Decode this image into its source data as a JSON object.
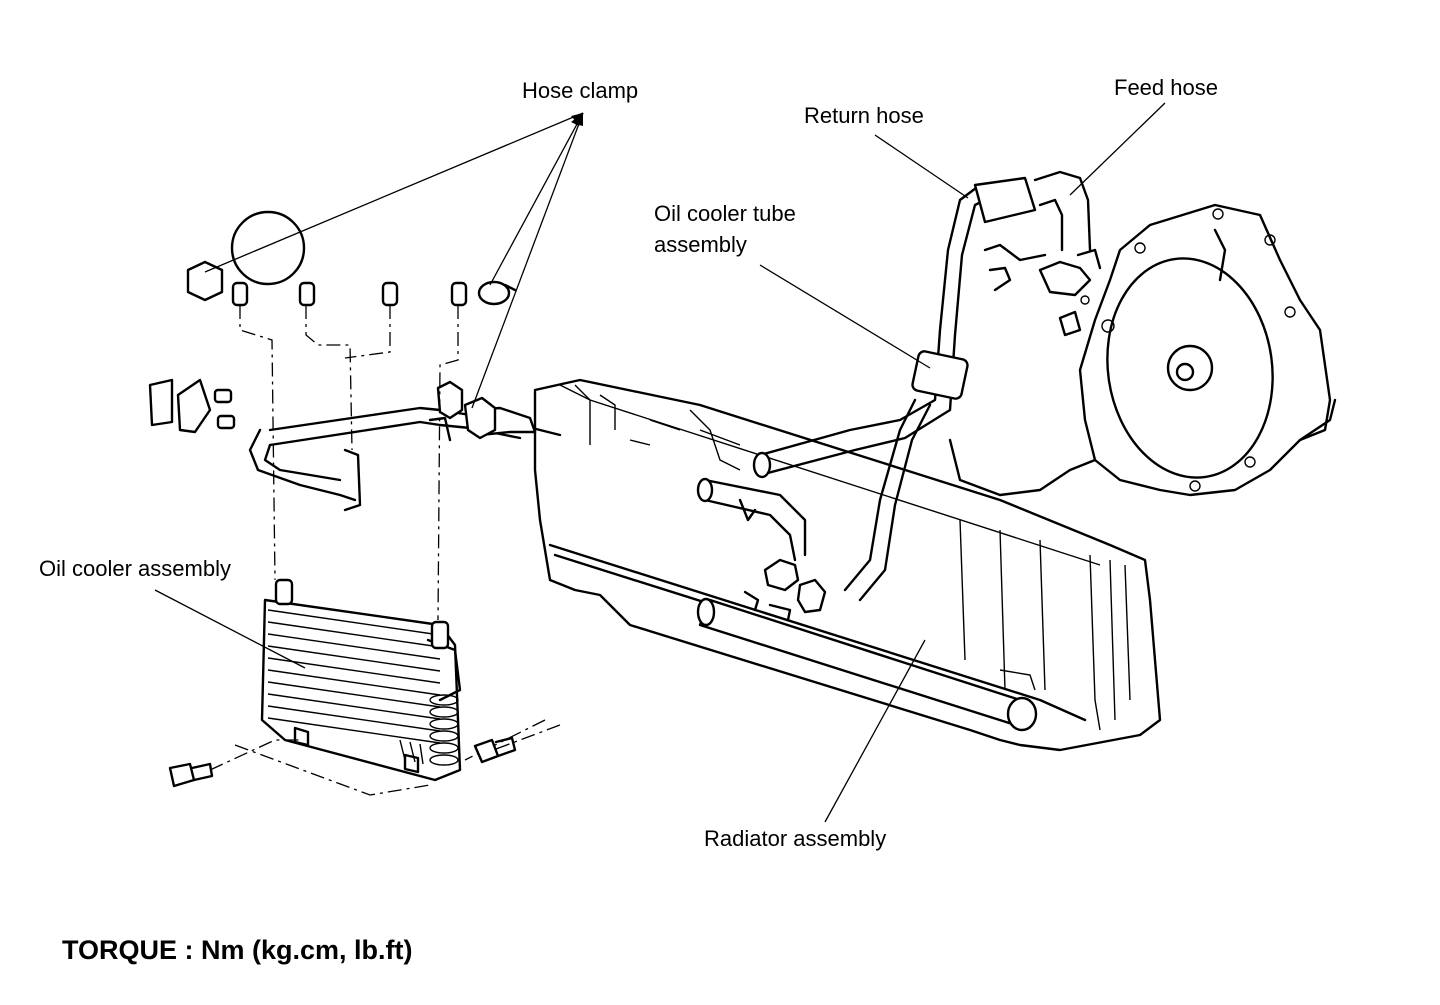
{
  "labels": {
    "hose_clamp": "Hose clamp",
    "return_hose": "Return hose",
    "feed_hose": "Feed hose",
    "oil_cooler_tube_line1": "Oil cooler tube",
    "oil_cooler_tube_line2": "assembly",
    "oil_cooler_assembly": "Oil cooler assembly",
    "radiator_assembly": "Radiator assembly"
  },
  "torque_note": "TORQUE : Nm (kg.cm, lb.ft)",
  "colors": {
    "ink": "#000000",
    "paper": "#ffffff"
  }
}
